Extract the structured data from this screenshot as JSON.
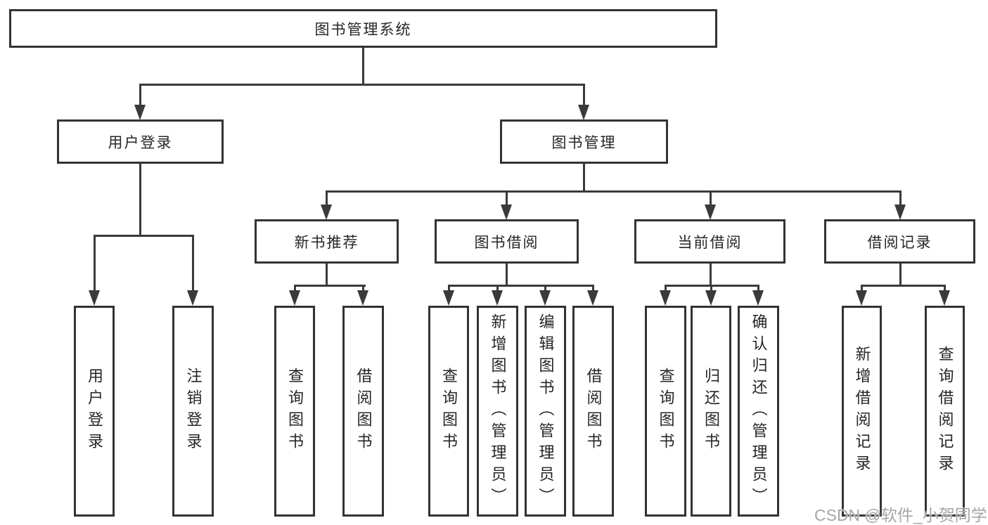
{
  "diagram": {
    "root": "图书管理系统",
    "level2": [
      {
        "label": "用户登录"
      },
      {
        "label": "图书管理"
      }
    ],
    "level3": [
      {
        "label": "新书推荐"
      },
      {
        "label": "图书借阅"
      },
      {
        "label": "当前借阅"
      },
      {
        "label": "借阅记录"
      }
    ],
    "leaves": [
      {
        "label": "用户登录"
      },
      {
        "label": "注销登录"
      },
      {
        "label": "查询图书"
      },
      {
        "label": "借阅图书"
      },
      {
        "label": "查询图书"
      },
      {
        "label": "新增图书（管理员）"
      },
      {
        "label": "编辑图书（管理员）"
      },
      {
        "label": "借阅图书"
      },
      {
        "label": "查询图书"
      },
      {
        "label": "归还图书"
      },
      {
        "label": "确认归还（管理员）"
      },
      {
        "label": "新增借阅记录"
      },
      {
        "label": "查询借阅记录"
      }
    ],
    "watermark": "CSDN @软件_小贺同学",
    "colors": {
      "line": "#3a3a3a",
      "border": "#333333",
      "text": "#262626",
      "watermark": "#a6a6a6",
      "background": "#ffffff"
    }
  }
}
